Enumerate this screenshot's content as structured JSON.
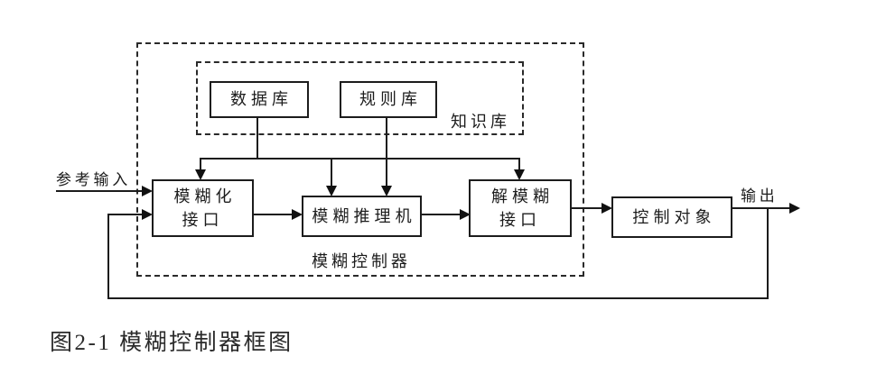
{
  "figure": {
    "caption": "图2-1 模糊控制器框图"
  },
  "labels": {
    "reference_input": "参考输入",
    "output": "输出",
    "fuzzy_controller_group": "模糊控制器",
    "knowledge_base_group": "知识库"
  },
  "boxes": {
    "database": "数据库",
    "rule_base": "规则库",
    "fuzzification": "模糊化\n接口",
    "inference_engine": "模糊推理机",
    "defuzzification": "解模糊\n接口",
    "controlled_object": "控制对象"
  },
  "colors": {
    "line": "#1c1c1c",
    "background": "#ffffff"
  }
}
